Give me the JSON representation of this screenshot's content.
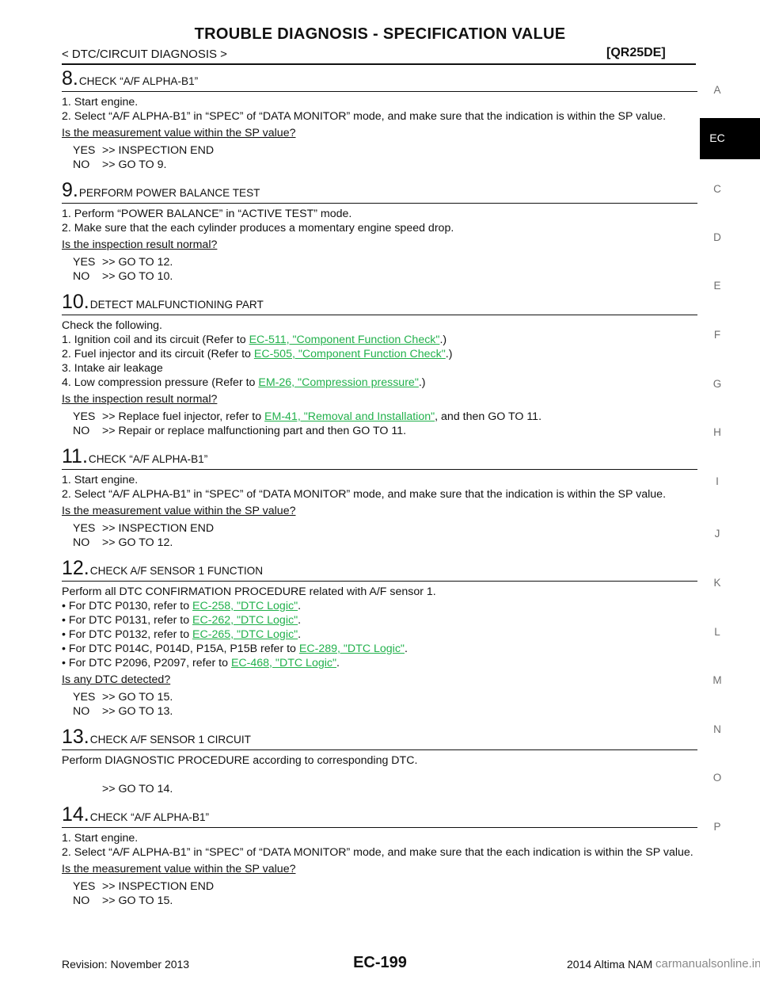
{
  "header": {
    "title": "TROUBLE DIAGNOSIS - SPECIFICATION VALUE",
    "section": "< DTC/CIRCUIT DIAGNOSIS >",
    "engine": "[QR25DE]"
  },
  "sidebar": {
    "active": "EC",
    "letters": [
      "A",
      "C",
      "D",
      "E",
      "F",
      "G",
      "H",
      "I",
      "J",
      "K",
      "L",
      "M",
      "N",
      "O",
      "P"
    ]
  },
  "steps": {
    "s8": {
      "num": "8.",
      "title": "CHECK “A/F ALPHA-B1”",
      "l1": "1. Start engine.",
      "l2": "2. Select “A/F ALPHA-B1” in “SPEC” of “DATA MONITOR” mode, and make sure that the indication is within the SP value.",
      "question": "Is the measurement value within the SP value?",
      "yes_key": "YES",
      "yes": ">> INSPECTION END",
      "no_key": "NO",
      "no": ">> GO TO 9."
    },
    "s9": {
      "num": "9.",
      "title": "PERFORM POWER BALANCE TEST",
      "l1": "1. Perform “POWER BALANCE” in “ACTIVE TEST” mode.",
      "l2": "2. Make sure that the each cylinder produces a momentary engine speed drop.",
      "question": "Is the inspection result normal?",
      "yes_key": "YES",
      "yes": ">> GO TO 12.",
      "no_key": "NO",
      "no": ">> GO TO 10."
    },
    "s10": {
      "num": "10.",
      "title": "DETECT MALFUNCTIONING PART",
      "intro": "Check the following.",
      "l1_pre": "1. Ignition coil and its circuit (Refer to ",
      "l1_link": "EC-511, \"Component Function Check\"",
      "l1_post": ".)",
      "l2_pre": "2. Fuel injector and its circuit (Refer to ",
      "l2_link": "EC-505, \"Component Function Check\"",
      "l2_post": ".)",
      "l3": "3. Intake air leakage",
      "l4_pre": "4. Low compression pressure (Refer to ",
      "l4_link": "EM-26, \"Compression pressure\"",
      "l4_post": ".)",
      "question": "Is the inspection result normal?",
      "yes_key": "YES",
      "yes_pre": ">> Replace fuel injector, refer to ",
      "yes_link": "EM-41, \"Removal and Installation\"",
      "yes_post": ", and then GO TO 11.",
      "no_key": "NO",
      "no": ">> Repair or replace malfunctioning part and then GO TO 11."
    },
    "s11": {
      "num": "11.",
      "title": "CHECK “A/F ALPHA-B1”",
      "l1": "1. Start engine.",
      "l2": "2. Select “A/F ALPHA-B1” in “SPEC” of “DATA MONITOR” mode, and make sure that the indication is within the SP value.",
      "question": "Is the measurement value within the SP value?",
      "yes_key": "YES",
      "yes": ">> INSPECTION END",
      "no_key": "NO",
      "no": ">> GO TO 12."
    },
    "s12": {
      "num": "12.",
      "title": "CHECK A/F SENSOR 1 FUNCTION",
      "intro": "Perform all DTC CONFIRMATION PROCEDURE related with A/F sensor 1.",
      "items": [
        {
          "pre": "• For DTC P0130, refer to ",
          "link": "EC-258, \"DTC Logic\"",
          "post": "."
        },
        {
          "pre": "• For DTC P0131, refer to ",
          "link": "EC-262, \"DTC Logic\"",
          "post": "."
        },
        {
          "pre": "• For DTC P0132, refer to ",
          "link": "EC-265, \"DTC Logic\"",
          "post": "."
        },
        {
          "pre": "• For DTC P014C, P014D, P15A, P15B refer to ",
          "link": "EC-289, \"DTC Logic\"",
          "post": "."
        },
        {
          "pre": "• For DTC P2096, P2097, refer to ",
          "link": "EC-468, \"DTC Logic\"",
          "post": "."
        }
      ],
      "question": "Is any DTC detected?",
      "yes_key": "YES",
      "yes": ">> GO TO 15.",
      "no_key": "NO",
      "no": ">> GO TO 13."
    },
    "s13": {
      "num": "13.",
      "title": "CHECK A/F SENSOR 1 CIRCUIT",
      "intro": "Perform DIAGNOSTIC PROCEDURE according to corresponding DTC.",
      "next": ">> GO TO 14."
    },
    "s14": {
      "num": "14.",
      "title": "CHECK “A/F ALPHA-B1”",
      "l1": "1. Start engine.",
      "l2": "2. Select “A/F ALPHA-B1” in “SPEC” of “DATA MONITOR” mode, and make sure that the each indication is within the SP value.",
      "question": "Is the measurement value within the SP value?",
      "yes_key": "YES",
      "yes": ">> INSPECTION END",
      "no_key": "NO",
      "no": ">> GO TO 15."
    }
  },
  "footer": {
    "revision": "Revision: November 2013",
    "page": "EC-199",
    "model": "2014 Altima NAM",
    "watermark": "carmanualsonline.info"
  }
}
